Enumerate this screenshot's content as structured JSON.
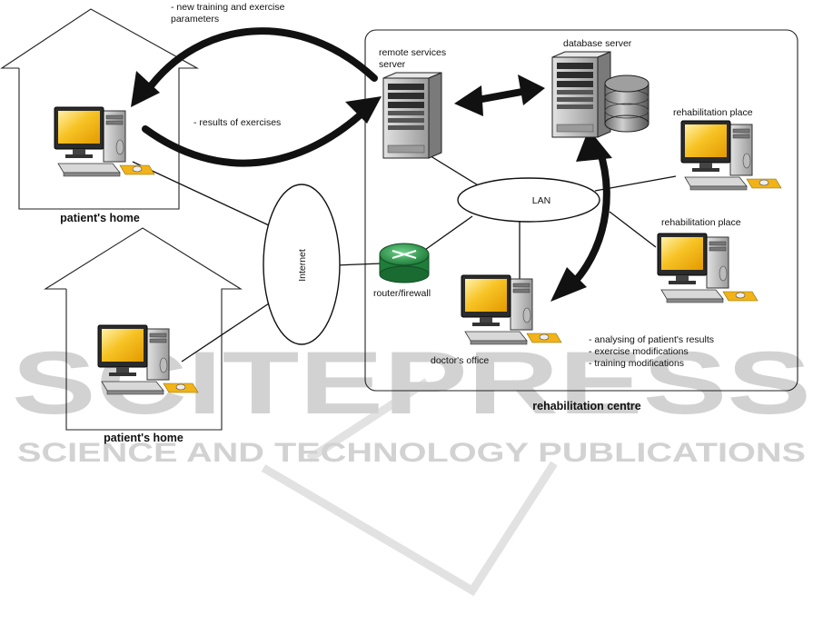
{
  "labels": {
    "home1": "patient's home",
    "home2": "patient's home",
    "centre": "rehabilitation centre",
    "remote_server_1": "remote services",
    "remote_server_2": "server",
    "database_server": "database server",
    "rehab_place_1": "rehabilitation place",
    "rehab_place_2": "rehabilitation place",
    "lan": "LAN",
    "internet": "Internet",
    "router": "router/firewall",
    "doctor": "doctor's office"
  },
  "annotations": {
    "new_training_1": "- new training and exercise",
    "new_training_2": "parameters",
    "results": "- results of exercises",
    "doctor_notes": [
      "- analysing of patient's results",
      "- exercise modifications",
      "- training modifications"
    ]
  },
  "watermark": {
    "big": "SCITEPRESS",
    "small": "SCIENCE AND TECHNOLOGY PUBLICATIONS"
  },
  "colors": {
    "screen": "#f7c325",
    "router": "#2e9a4e",
    "watermark": "#d2d2d2"
  },
  "icons": [
    "computer-icon",
    "server-icon",
    "database-icon",
    "router-icon"
  ]
}
